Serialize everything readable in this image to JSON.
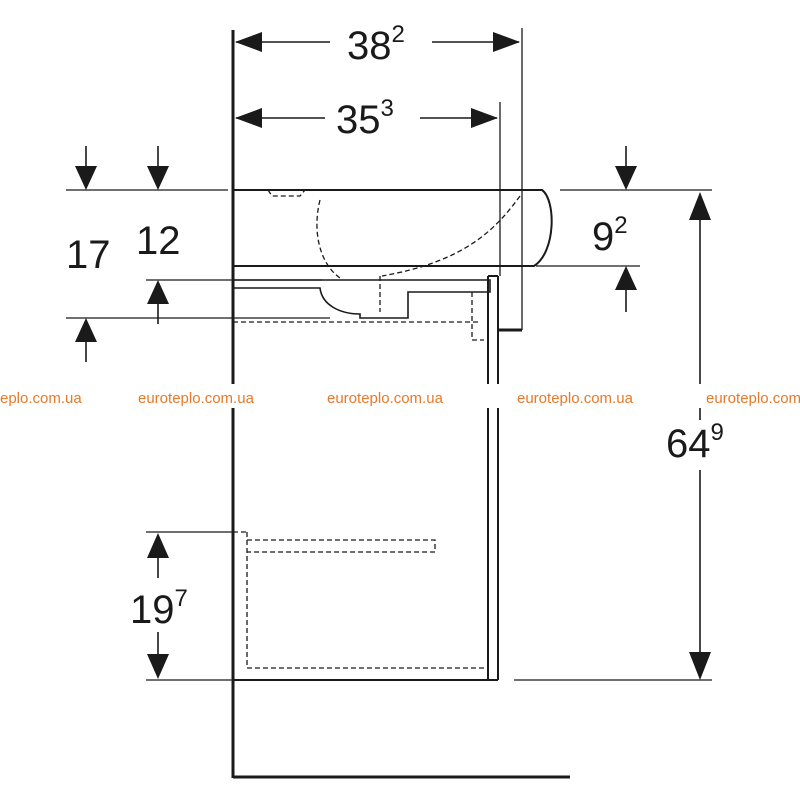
{
  "dimensions": {
    "width_total": {
      "main": "38",
      "sup": "2"
    },
    "width_basin": {
      "main": "35",
      "sup": "3"
    },
    "left_17": {
      "main": "17"
    },
    "left_12": {
      "main": "12"
    },
    "right_9": {
      "main": "9",
      "sup": "2"
    },
    "height_total": {
      "main": "64",
      "sup": "9"
    },
    "bottom_19": {
      "main": "19",
      "sup": "7"
    }
  },
  "watermarks": [
    "eplo.com.ua",
    "euroteplo.com.ua",
    "euroteplo.com.ua",
    "euroteplo.com.ua",
    "euroteplo.com.ua"
  ],
  "colors": {
    "line": "#1a1a1a",
    "watermark": "#e8792a",
    "background": "#ffffff"
  }
}
